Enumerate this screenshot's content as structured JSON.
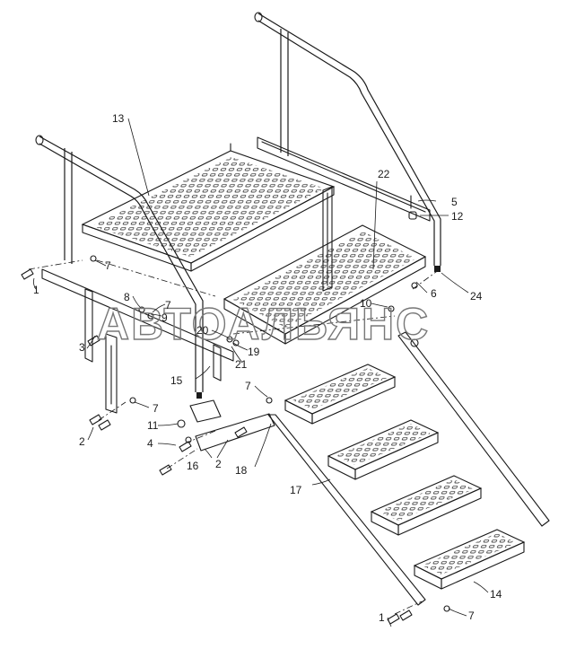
{
  "watermark": "АВТОАЛЬЯНС",
  "callouts": [
    {
      "id": "c-1a",
      "label": "1"
    },
    {
      "id": "c-1b",
      "label": "1"
    },
    {
      "id": "c-2a",
      "label": "2"
    },
    {
      "id": "c-2b",
      "label": "2"
    },
    {
      "id": "c-3",
      "label": "3"
    },
    {
      "id": "c-4",
      "label": "4"
    },
    {
      "id": "c-5",
      "label": "5"
    },
    {
      "id": "c-6",
      "label": "6"
    },
    {
      "id": "c-7a",
      "label": "7"
    },
    {
      "id": "c-7b",
      "label": "7"
    },
    {
      "id": "c-7c",
      "label": "7"
    },
    {
      "id": "c-7d",
      "label": "7"
    },
    {
      "id": "c-7e",
      "label": "7"
    },
    {
      "id": "c-8",
      "label": "8"
    },
    {
      "id": "c-9",
      "label": "9"
    },
    {
      "id": "c-10",
      "label": "10"
    },
    {
      "id": "c-11",
      "label": "11"
    },
    {
      "id": "c-12",
      "label": "12"
    },
    {
      "id": "c-13",
      "label": "13"
    },
    {
      "id": "c-14",
      "label": "14"
    },
    {
      "id": "c-15",
      "label": "15"
    },
    {
      "id": "c-16",
      "label": "16"
    },
    {
      "id": "c-17",
      "label": "17"
    },
    {
      "id": "c-18",
      "label": "18"
    },
    {
      "id": "c-19",
      "label": "19"
    },
    {
      "id": "c-20",
      "label": "20"
    },
    {
      "id": "c-21",
      "label": "21"
    },
    {
      "id": "c-22",
      "label": "22"
    },
    {
      "id": "c-24",
      "label": "24"
    }
  ]
}
